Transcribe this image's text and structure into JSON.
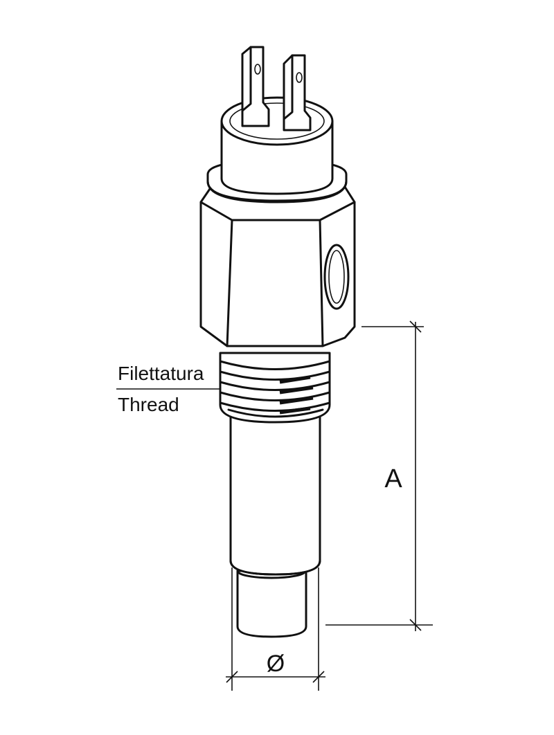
{
  "labels": {
    "thread_it": "Filettatura",
    "thread_en": "Thread",
    "length_dim": "A",
    "diameter_dim": "Ø"
  },
  "colors": {
    "line": "#111111",
    "background": "#ffffff"
  }
}
